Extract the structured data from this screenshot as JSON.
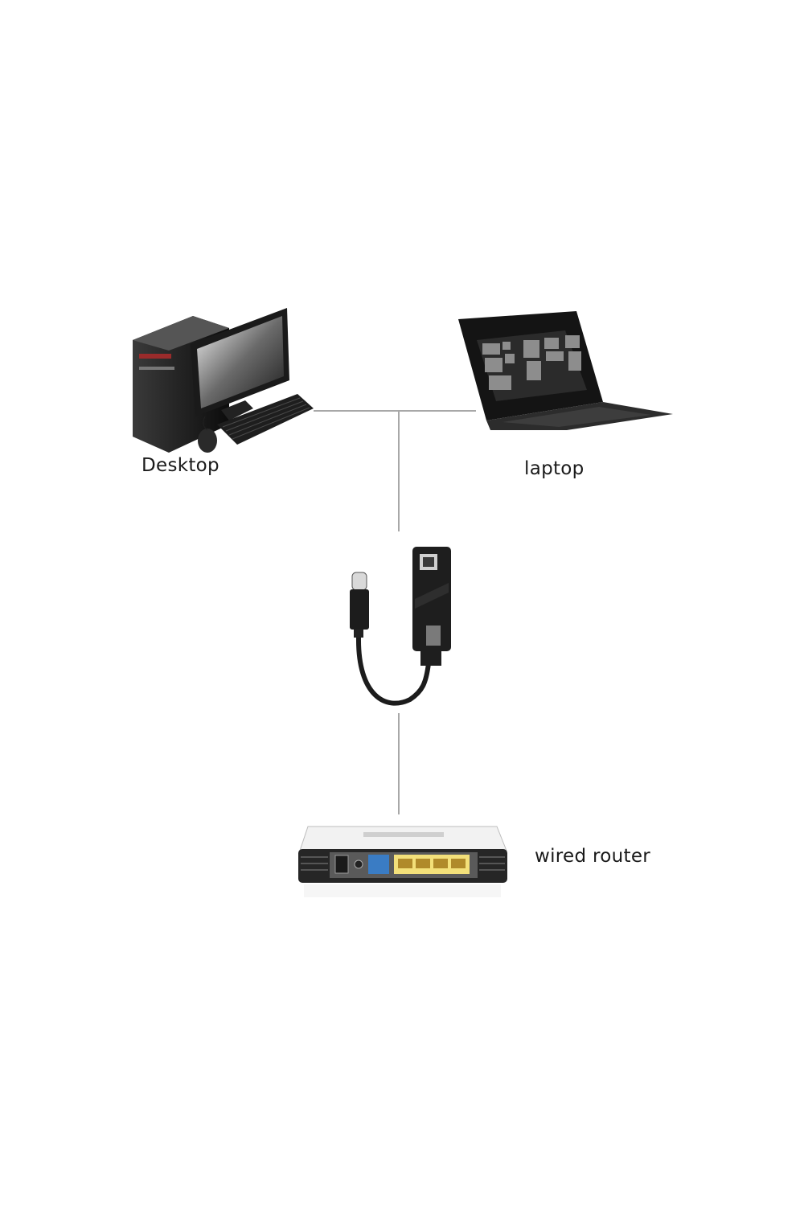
{
  "diagram": {
    "title": "",
    "nodes": [
      {
        "id": "desktop",
        "label": "Desktop",
        "icon": "desktop-computer-icon"
      },
      {
        "id": "laptop",
        "label": "laptop",
        "icon": "laptop-icon"
      },
      {
        "id": "adapter",
        "label": "",
        "icon": "usb-c-ethernet-adapter-icon"
      },
      {
        "id": "router",
        "label": "wired router",
        "icon": "wired-router-icon"
      }
    ],
    "edges": [
      {
        "from": "desktop",
        "to": "adapter"
      },
      {
        "from": "laptop",
        "to": "adapter"
      },
      {
        "from": "adapter",
        "to": "router"
      }
    ],
    "colors": {
      "line": "#a8a8a8",
      "device_dark": "#1c1c1c",
      "router_white": "#f2f2f2",
      "router_ports_yellow": "#f3e07a",
      "router_wan_blue": "#3a7cc4"
    }
  }
}
